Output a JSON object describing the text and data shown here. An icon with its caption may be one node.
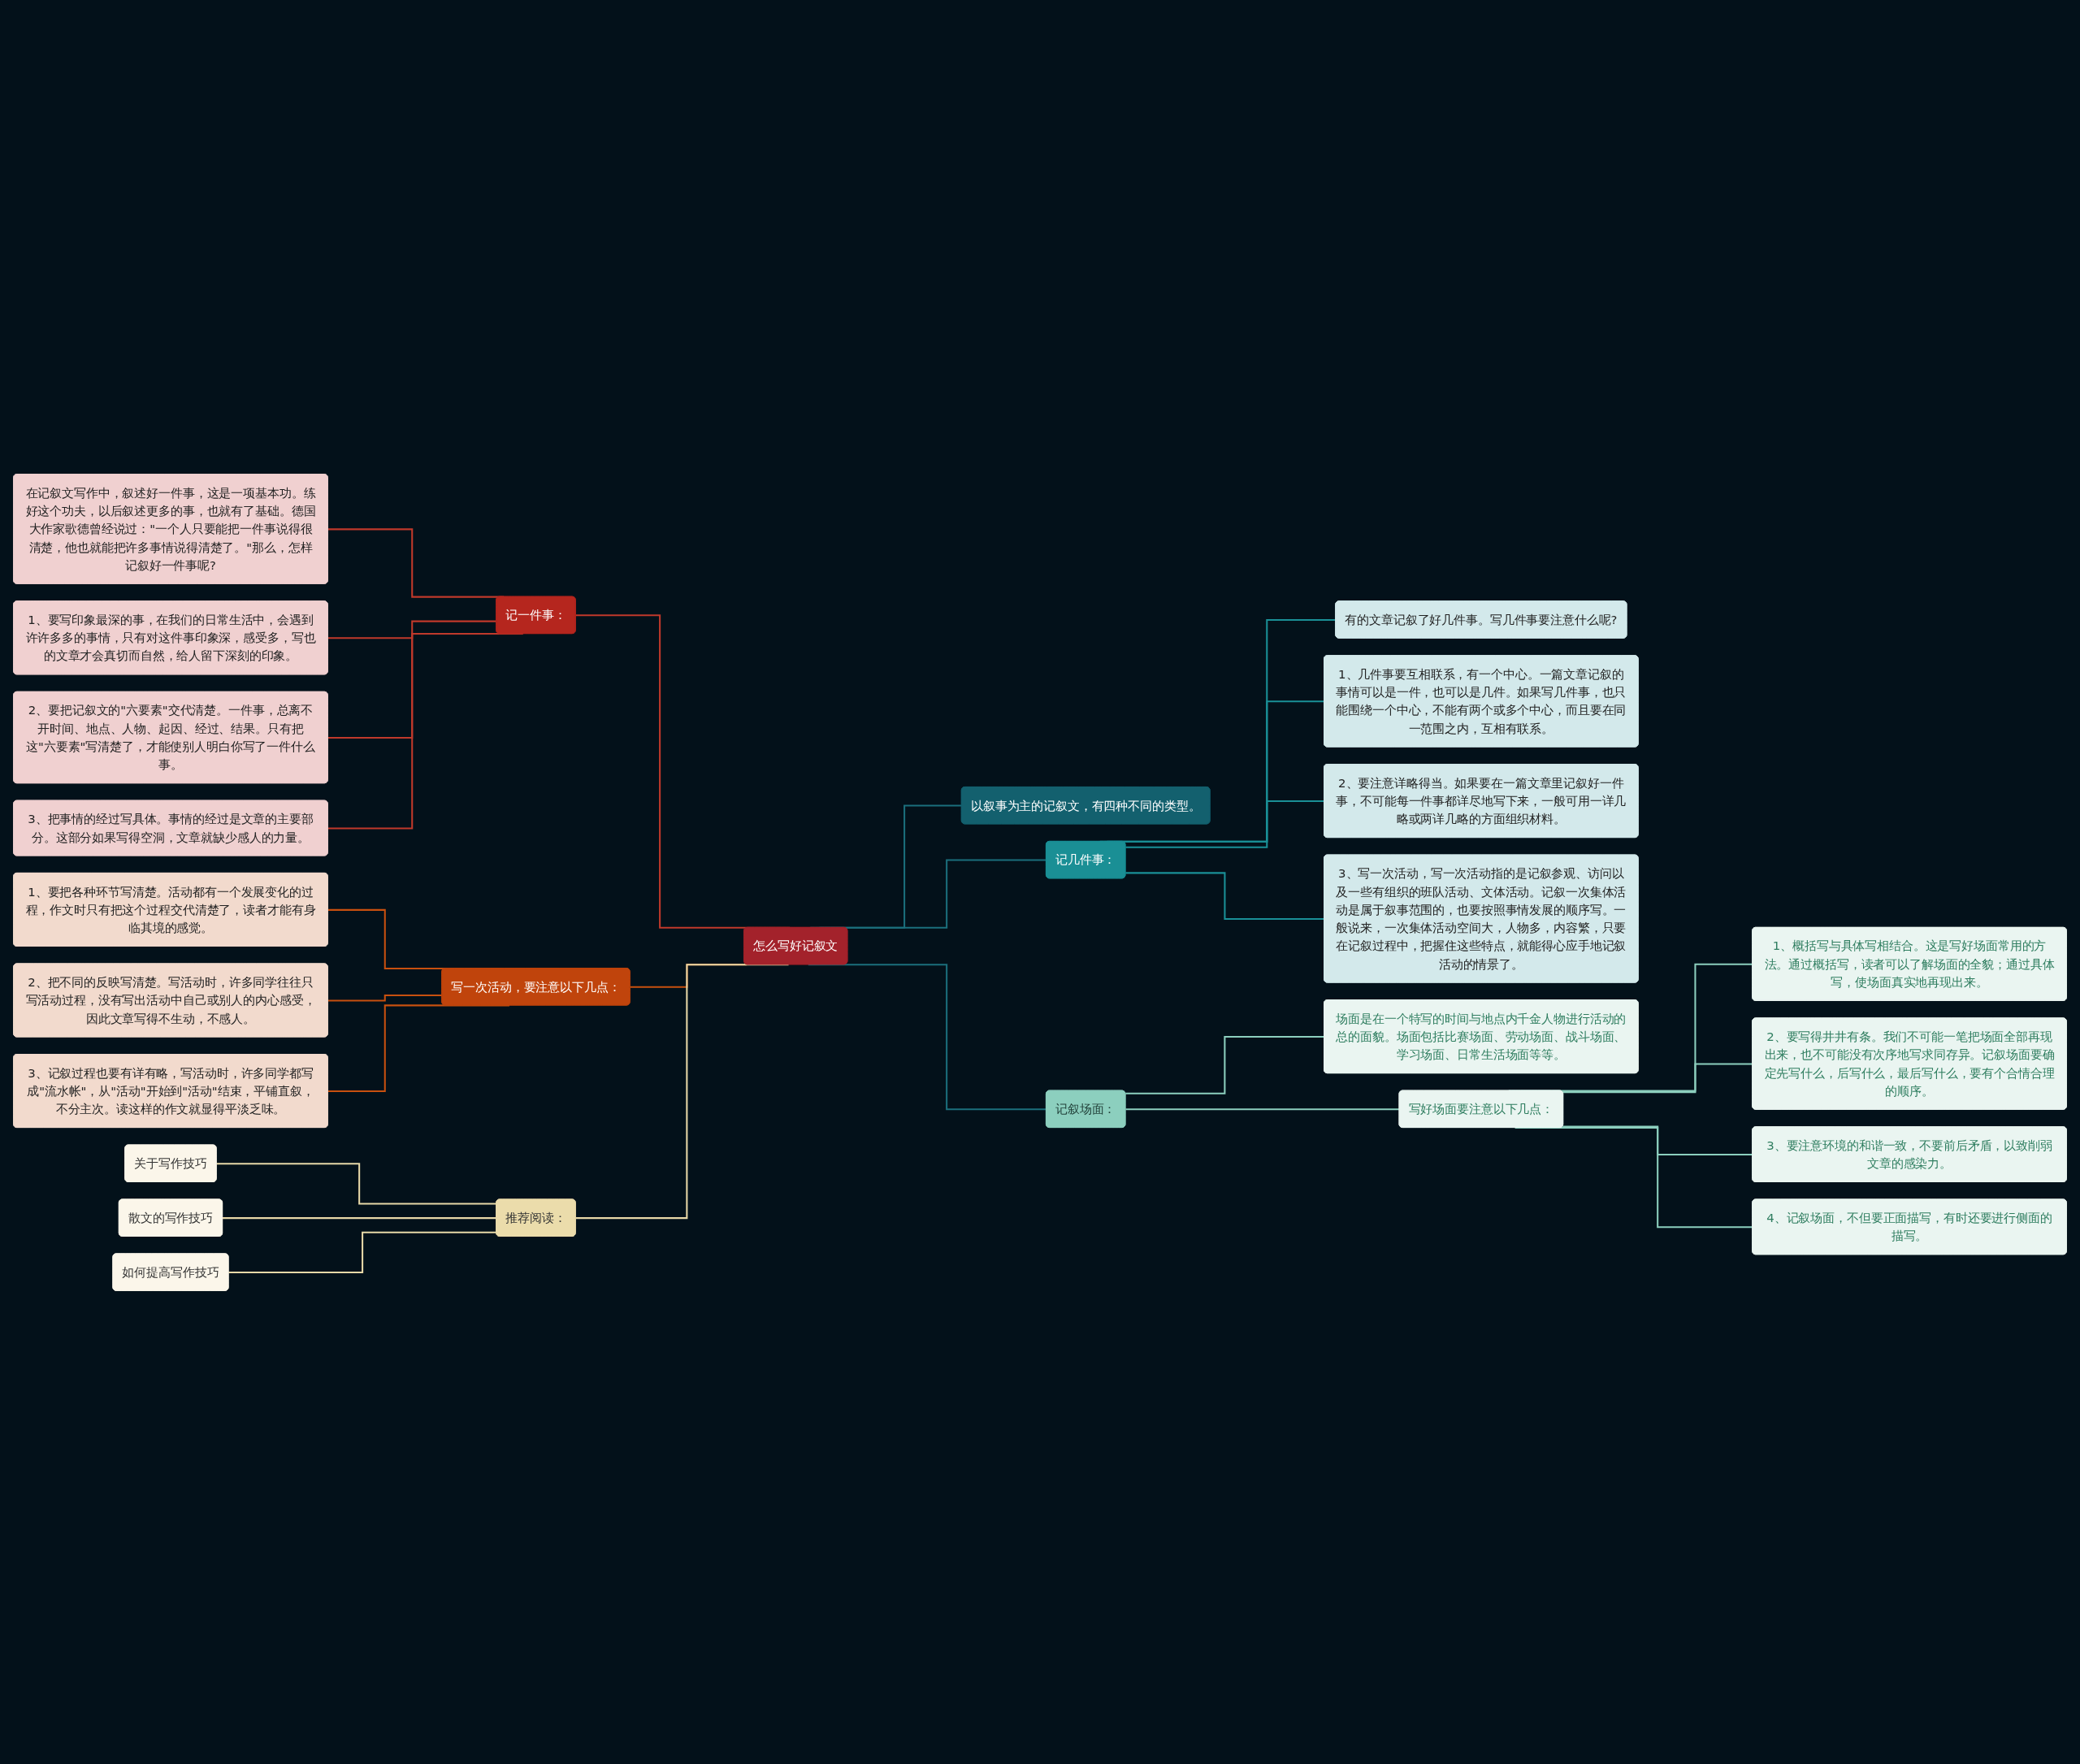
{
  "diagram": {
    "nodes": [
      {
        "text": [
          "怎么写好记叙文"
        ]
      },
      {
        "text": [
          "记一件事："
        ]
      },
      {
        "text": [
          "在记叙文写作中，叙述好一件事，这是一项基本功。练好这个功夫，以后叙述更多的事，也就有了基础。德国大作家歌德曾经说过：\"一个人只要能把一件事说得很清楚，他也就能把许多事情说得清楚了。\"那么，怎样记叙好一件事呢?"
        ]
      },
      {
        "text": [
          "1、要写印象最深的事，在我们的日常生活中，会遇到许许多多的事情，只有对这件事印象深，感受多，写也的文章才会真切而自然，给人留下深刻的印象。"
        ]
      },
      {
        "text": [
          "2、要把记叙文的\"六要素\"交代清楚。一件事，总离不开时间、地点、人物、起因、经过、结果。只有把这\"六要素\"写清楚了，才能使别人明白你写了一件什么事。"
        ]
      },
      {
        "text": [
          "3、把事情的经过写具体。事情的经过是文章的主要部分。这部分如果写得空洞，文章就缺少感人的力量。"
        ]
      },
      {
        "text": [
          "写一次活动，要注意以下几点："
        ]
      },
      {
        "text": [
          "1、要把各种环节写清楚。活动都有一个发展变化的过程，作文时只有把这个过程交代清楚了，读者才能有身临其境的感觉。"
        ]
      },
      {
        "text": [
          "2、把不同的反映写清楚。写活动时，许多同学往往只写活动过程，没有写出活动中自己或别人的内心感受，因此文章写得不生动，不感人。"
        ]
      },
      {
        "text": [
          "3、记叙过程也要有详有略，写活动时，许多同学都写成\"流水帐\"，从\"活动\"开始到\"活动\"结束，平铺直叙，不分主次。读这样的作文就显得平淡乏味。"
        ]
      },
      {
        "text": [
          "推荐阅读："
        ]
      },
      {
        "text": [
          "关于写作技巧"
        ]
      },
      {
        "text": [
          "散文的写作技巧"
        ]
      },
      {
        "text": [
          "如何提高写作技巧"
        ]
      },
      {
        "text": [
          "以叙事为主的记叙文，有四种不同的类型。"
        ]
      },
      {
        "text": [
          "记几件事："
        ]
      },
      {
        "text": [
          "有的文章记叙了好几件事。写几件事要注意什么呢?"
        ]
      },
      {
        "text": [
          "1、几件事要互相联系，有一个中心。一篇文章记叙的事情可以是一件，也可以是几件。如果写几件事，也只能围绕一个中心，不能有两个或多个中心，而且要在同一范围之内，互相有联系。"
        ]
      },
      {
        "text": [
          "2、要注意详略得当。如果要在一篇文章里记叙好一件事，不可能每一件事都详尽地写下来，一般可用一详几略或两详几略的方面组织材料。"
        ]
      },
      {
        "text": [
          "3、写一次活动，写一次活动指的是记叙参观、访问以及一些有组织的班队活动、文体活动。记叙一次集体活动是属于叙事范围的，也要按照事情发展的顺序写。一般说来，一次集体活动空间大，人物多，内容繁，只要在记叙过程中，把握住这些特点，就能得心应手地记叙活动的情景了。"
        ]
      },
      {
        "text": [
          "记叙场面："
        ]
      },
      {
        "text": [
          "场面是在一个特写的时间与地点内千金人物进行活动的总的面貌。场面包括比赛场面、劳动场面、战斗场面、学习场面、日常生活场面等等。"
        ]
      },
      {
        "text": [
          "写好场面要注意以下几点："
        ]
      },
      {
        "text": [
          "1、概括写与具体写相结合。这是写好场面常用的方法。通过概括写，读者可以了解场面的全貌；通过具体写，使场面真实地再现出来。"
        ]
      },
      {
        "text": [
          "2、要写得井井有条。我们不可能一笔把场面全部再现出来，也不可能没有次序地写求同存异。记叙场面要确定先写什么，后写什么，最后写什么，要有个合情合理的顺序。"
        ]
      },
      {
        "text": [
          "3、要注意环境的和谐一致，不要前后矛盾，以致削弱文章的感染力。"
        ]
      },
      {
        "text": [
          "4、记叙场面，不但要正面描写，有时还要进行侧面的描写。"
        ]
      }
    ],
    "edges": [
      {
        "from": 0,
        "to": 1,
        "arrow": "none",
        "color": "#c0392b"
      },
      {
        "from": 1,
        "to": 2,
        "arrow": "none",
        "color": "#c0392b"
      },
      {
        "from": 1,
        "to": 3,
        "arrow": "none",
        "color": "#c0392b"
      },
      {
        "from": 1,
        "to": 4,
        "arrow": "none",
        "color": "#c0392b"
      },
      {
        "from": 1,
        "to": 5,
        "arrow": "none",
        "color": "#c0392b"
      },
      {
        "from": 0,
        "to": 6,
        "arrow": "none",
        "color": "#c8500f"
      },
      {
        "from": 6,
        "to": 7,
        "arrow": "none",
        "color": "#c8500f"
      },
      {
        "from": 6,
        "to": 8,
        "arrow": "none",
        "color": "#c8500f"
      },
      {
        "from": 6,
        "to": 9,
        "arrow": "none",
        "color": "#c8500f"
      },
      {
        "from": 0,
        "to": 10,
        "arrow": "none",
        "color": "#e8d9a8"
      },
      {
        "from": 10,
        "to": 11,
        "arrow": "none",
        "color": "#e8d9a8"
      },
      {
        "from": 10,
        "to": 12,
        "arrow": "none",
        "color": "#e8d9a8"
      },
      {
        "from": 10,
        "to": 13,
        "arrow": "none",
        "color": "#e8d9a8"
      },
      {
        "from": 0,
        "to": 14,
        "arrow": "none",
        "color": "#1b6f7c"
      },
      {
        "from": 0,
        "to": 15,
        "arrow": "none",
        "color": "#1b6f7c"
      },
      {
        "from": 15,
        "to": 16,
        "arrow": "none",
        "color": "#1a9097"
      },
      {
        "from": 15,
        "to": 17,
        "arrow": "none",
        "color": "#1a9097"
      },
      {
        "from": 15,
        "to": 18,
        "arrow": "none",
        "color": "#1a9097"
      },
      {
        "from": 15,
        "to": 19,
        "arrow": "none",
        "color": "#1a9097"
      },
      {
        "from": 0,
        "to": 20,
        "arrow": "none",
        "color": "#1b6f7c"
      },
      {
        "from": 20,
        "to": 21,
        "arrow": "none",
        "color": "#8ccfbe"
      },
      {
        "from": 20,
        "to": 22,
        "arrow": "none",
        "color": "#8ccfbe"
      },
      {
        "from": 22,
        "to": 23,
        "arrow": "none",
        "color": "#8ccfbe"
      },
      {
        "from": 22,
        "to": 24,
        "arrow": "none",
        "color": "#8ccfbe"
      },
      {
        "from": 22,
        "to": 25,
        "arrow": "none",
        "color": "#8ccfbe"
      },
      {
        "from": 22,
        "to": 26,
        "arrow": "none",
        "color": "#8ccfbe"
      }
    ]
  }
}
